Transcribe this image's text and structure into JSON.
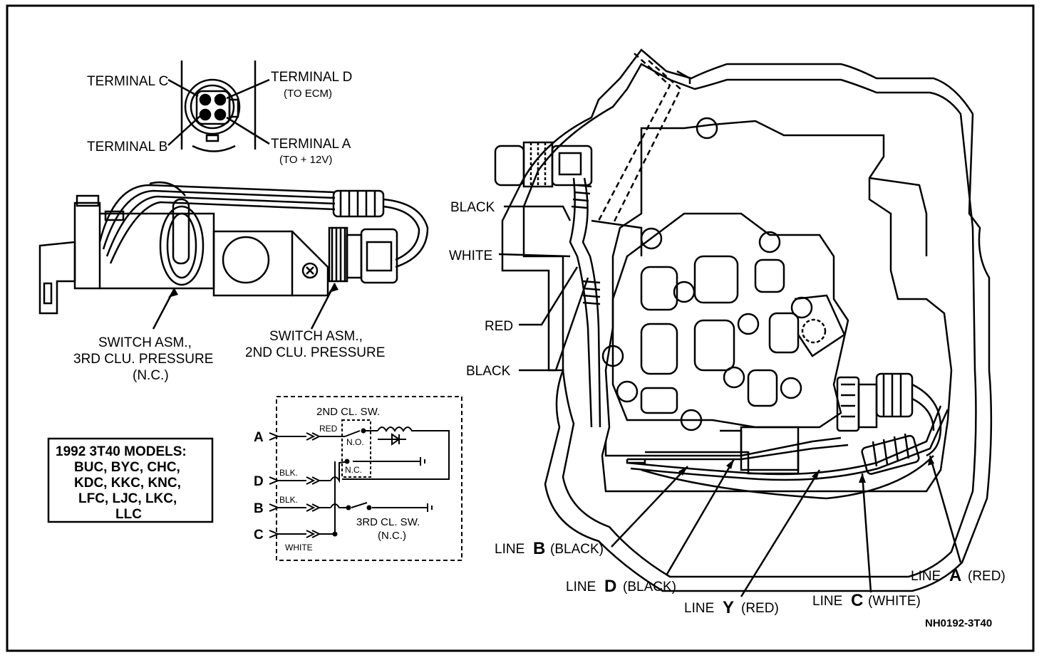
{
  "connector_view": {
    "terminal_c": "TERMINAL C",
    "terminal_d": "TERMINAL D",
    "terminal_d_note": "(TO ECM)",
    "terminal_b": "TERMINAL B",
    "terminal_a": "TERMINAL A",
    "terminal_a_note": "(TO + 12V)"
  },
  "switch_view": {
    "switch_3rd": [
      "SWITCH ASM.,",
      "3RD CLU. PRESSURE",
      "(N.C.)"
    ],
    "switch_2nd": [
      "SWITCH ASM.,",
      "2ND CLU. PRESSURE"
    ]
  },
  "models_box": {
    "lines": [
      "1992 3T40 MODELS:",
      "BUC, BYC, CHC,",
      "KDC, KKC, KNC,",
      "LFC, LJC, LKC,",
      "LLC"
    ]
  },
  "schematic": {
    "title_2nd": "2ND CL. SW.",
    "no": "N.O.",
    "nc": "N.C.",
    "title_3rd": "3RD CL. SW.",
    "nc_3rd": "(N.C.)",
    "pins": [
      {
        "pin": "A",
        "wire": "RED"
      },
      {
        "pin": "D",
        "wire": "BLK."
      },
      {
        "pin": "B",
        "wire": "BLK."
      },
      {
        "pin": "C",
        "wire": "WHITE"
      }
    ]
  },
  "valve_body": {
    "callouts_left": [
      "BLACK",
      "WHITE",
      "RED",
      "BLACK"
    ],
    "line_b": {
      "prefix": "LINE",
      "letter": "B",
      "color": "(BLACK)"
    },
    "line_d": {
      "prefix": "LINE",
      "letter": "D",
      "color": "(BLACK)"
    },
    "line_y": {
      "prefix": "LINE",
      "letter": "Y",
      "color": "(RED)"
    },
    "line_c": {
      "prefix": "LINE",
      "letter": "C",
      "color": "(WHITE)"
    },
    "line_a": {
      "prefix": "LINE",
      "letter": "A",
      "color": "(RED)"
    }
  },
  "figure_code": "NH0192-3T40"
}
